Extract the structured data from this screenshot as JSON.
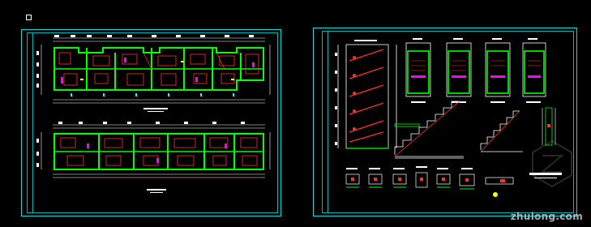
{
  "app": {
    "type": "cad-drawing-preview"
  },
  "watermark": {
    "text": "zhulong.com"
  },
  "colors": {
    "background": "#000000",
    "frame": "#00e0e0",
    "walls": "#00ff00",
    "dims": "#ffffff",
    "detail": "#ff3030",
    "accent": "#ff00ff",
    "yellow": "#ffff00"
  },
  "sheets": [
    {
      "id": "floor-plans"
    },
    {
      "id": "stair-details"
    }
  ]
}
